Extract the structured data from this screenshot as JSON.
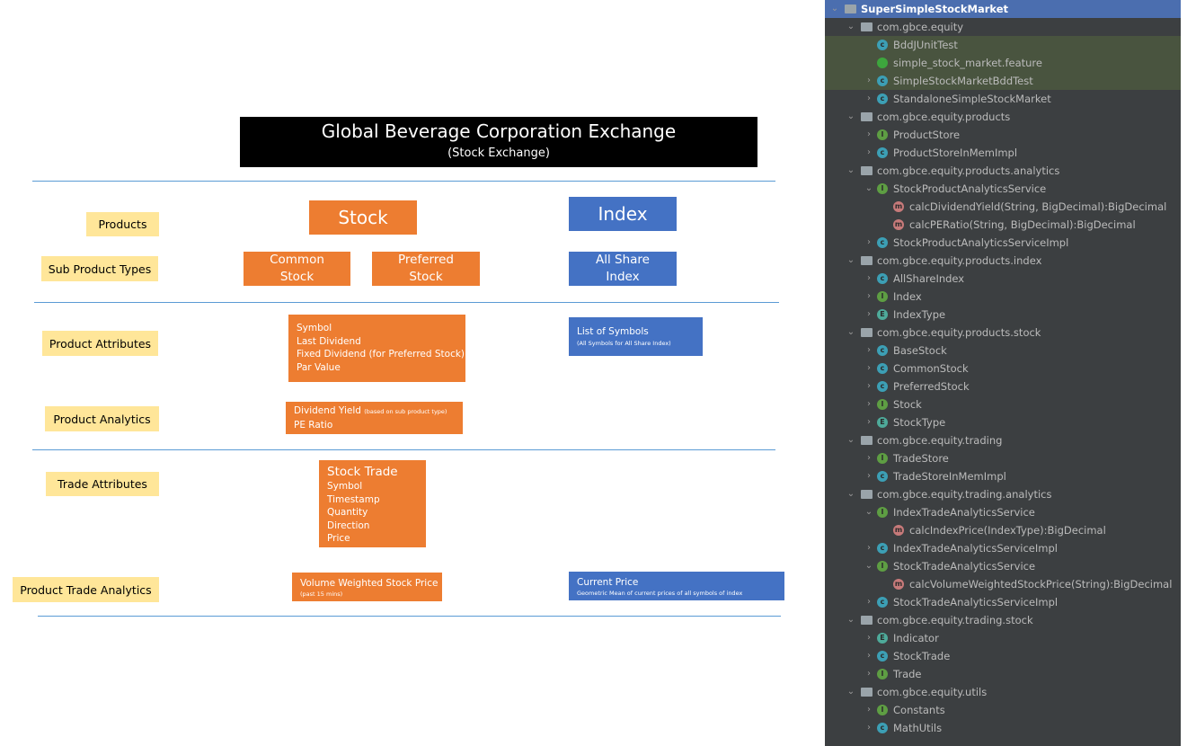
{
  "header": {
    "title": "Global Beverage Corporation Exchange",
    "subtitle": "(Stock Exchange)"
  },
  "rows": {
    "products": "Products",
    "sub_product_types": "Sub Product Types",
    "product_attributes": "Product Attributes",
    "product_analytics": "Product Analytics",
    "trade_attributes": "Trade Attributes",
    "product_trade_analytics": "Product Trade Analytics"
  },
  "boxes": {
    "stock": "Stock",
    "index": "Index",
    "common_stock": [
      "Common",
      "Stock"
    ],
    "preferred_stock": [
      "Preferred",
      "Stock"
    ],
    "all_share_index": [
      "All Share",
      "Index"
    ],
    "stock_attributes": [
      "Symbol",
      "Last Dividend",
      "Fixed Dividend (for Preferred Stock)",
      "Par Value"
    ],
    "list_of_symbols": "List of Symbols",
    "list_of_symbols_note": "(All Symbols for All Share Index)",
    "dividend_yield": "Dividend Yield",
    "dividend_yield_note": "(based on sub product type)",
    "pe_ratio": "PE Ratio",
    "stock_trade_title": "Stock Trade",
    "stock_trade_fields": [
      "Symbol",
      "Timestamp",
      "Quantity",
      "Direction",
      "Price"
    ],
    "vwsp": "Volume Weighted Stock Price",
    "vwsp_note": "(past 15 mins)",
    "current_price": "Current Price",
    "current_price_note": "Geometric Mean of current prices of all symbols of index"
  },
  "colors": {
    "orange": "#ed7d31",
    "blue": "#4472c4",
    "label": "#ffe699",
    "ide_bg": "#3c3f41",
    "ide_selected": "#4b6eaf"
  },
  "project_tree": [
    {
      "depth": 0,
      "arrow": "down",
      "icon": "folder",
      "label": "SuperSimpleStockMarket",
      "selected": true
    },
    {
      "depth": 1,
      "arrow": "down",
      "icon": "folder",
      "label": "com.gbce.equity"
    },
    {
      "depth": 2,
      "arrow": "",
      "icon": "class",
      "label": "BddJUnitTest",
      "highlight": true
    },
    {
      "depth": 2,
      "arrow": "",
      "icon": "feature",
      "label": "simple_stock_market.feature",
      "highlight": true
    },
    {
      "depth": 2,
      "arrow": "right",
      "icon": "class",
      "label": "SimpleStockMarketBddTest",
      "highlight": true
    },
    {
      "depth": 2,
      "arrow": "right",
      "icon": "class",
      "label": "StandaloneSimpleStockMarket"
    },
    {
      "depth": 1,
      "arrow": "down",
      "icon": "folder",
      "label": "com.gbce.equity.products"
    },
    {
      "depth": 2,
      "arrow": "right",
      "icon": "interface",
      "label": "ProductStore"
    },
    {
      "depth": 2,
      "arrow": "right",
      "icon": "class",
      "label": "ProductStoreInMemImpl"
    },
    {
      "depth": 1,
      "arrow": "down",
      "icon": "folder",
      "label": "com.gbce.equity.products.analytics"
    },
    {
      "depth": 2,
      "arrow": "down",
      "icon": "interface",
      "label": "StockProductAnalyticsService"
    },
    {
      "depth": 3,
      "arrow": "",
      "icon": "method",
      "label": "calcDividendYield(String, BigDecimal):BigDecimal"
    },
    {
      "depth": 3,
      "arrow": "",
      "icon": "method",
      "label": "calcPERatio(String, BigDecimal):BigDecimal"
    },
    {
      "depth": 2,
      "arrow": "right",
      "icon": "class",
      "label": "StockProductAnalyticsServiceImpl"
    },
    {
      "depth": 1,
      "arrow": "down",
      "icon": "folder",
      "label": "com.gbce.equity.products.index"
    },
    {
      "depth": 2,
      "arrow": "right",
      "icon": "class",
      "label": "AllShareIndex"
    },
    {
      "depth": 2,
      "arrow": "right",
      "icon": "interface",
      "label": "Index"
    },
    {
      "depth": 2,
      "arrow": "right",
      "icon": "enum",
      "label": "IndexType"
    },
    {
      "depth": 1,
      "arrow": "down",
      "icon": "folder",
      "label": "com.gbce.equity.products.stock"
    },
    {
      "depth": 2,
      "arrow": "right",
      "icon": "class",
      "label": "BaseStock"
    },
    {
      "depth": 2,
      "arrow": "right",
      "icon": "class",
      "label": "CommonStock"
    },
    {
      "depth": 2,
      "arrow": "right",
      "icon": "class",
      "label": "PreferredStock"
    },
    {
      "depth": 2,
      "arrow": "right",
      "icon": "interface",
      "label": "Stock"
    },
    {
      "depth": 2,
      "arrow": "right",
      "icon": "enum",
      "label": "StockType"
    },
    {
      "depth": 1,
      "arrow": "down",
      "icon": "folder",
      "label": "com.gbce.equity.trading"
    },
    {
      "depth": 2,
      "arrow": "right",
      "icon": "interface",
      "label": "TradeStore"
    },
    {
      "depth": 2,
      "arrow": "right",
      "icon": "class",
      "label": "TradeStoreInMemImpl"
    },
    {
      "depth": 1,
      "arrow": "down",
      "icon": "folder",
      "label": "com.gbce.equity.trading.analytics"
    },
    {
      "depth": 2,
      "arrow": "down",
      "icon": "interface",
      "label": "IndexTradeAnalyticsService"
    },
    {
      "depth": 3,
      "arrow": "",
      "icon": "method",
      "label": "calcIndexPrice(IndexType):BigDecimal"
    },
    {
      "depth": 2,
      "arrow": "right",
      "icon": "class",
      "label": "IndexTradeAnalyticsServiceImpl"
    },
    {
      "depth": 2,
      "arrow": "down",
      "icon": "interface",
      "label": "StockTradeAnalyticsService"
    },
    {
      "depth": 3,
      "arrow": "",
      "icon": "method",
      "label": "calcVolumeWeightedStockPrice(String):BigDecimal"
    },
    {
      "depth": 2,
      "arrow": "right",
      "icon": "class",
      "label": "StockTradeAnalyticsServiceImpl"
    },
    {
      "depth": 1,
      "arrow": "down",
      "icon": "folder",
      "label": "com.gbce.equity.trading.stock"
    },
    {
      "depth": 2,
      "arrow": "right",
      "icon": "enum",
      "label": "Indicator"
    },
    {
      "depth": 2,
      "arrow": "right",
      "icon": "class",
      "label": "StockTrade"
    },
    {
      "depth": 2,
      "arrow": "right",
      "icon": "interface",
      "label": "Trade"
    },
    {
      "depth": 1,
      "arrow": "down",
      "icon": "folder",
      "label": "com.gbce.equity.utils"
    },
    {
      "depth": 2,
      "arrow": "right",
      "icon": "interface",
      "label": "Constants"
    },
    {
      "depth": 2,
      "arrow": "right",
      "icon": "class",
      "label": "MathUtils"
    }
  ]
}
